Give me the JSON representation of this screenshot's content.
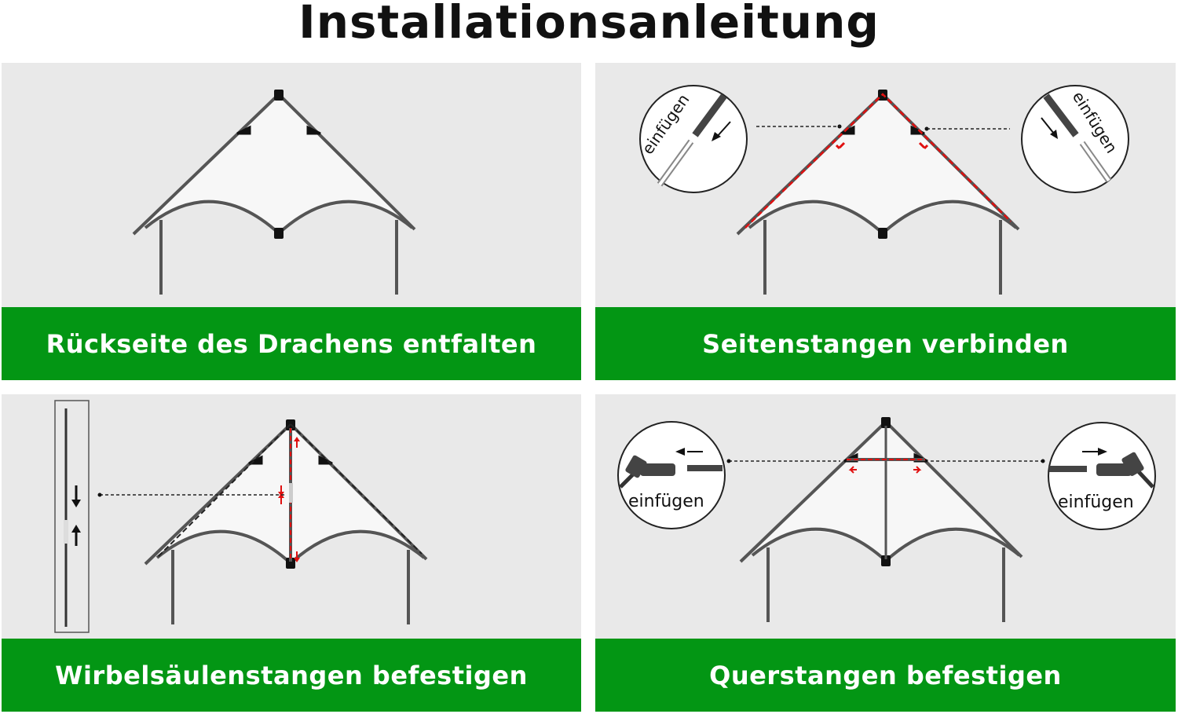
{
  "title": "Installationsanleitung",
  "steps": [
    {
      "label": "Rückseite des Drachens entfalten"
    },
    {
      "label": "Seitenstangen verbinden"
    },
    {
      "label": "Wirbelsäulenstangen befestigen"
    },
    {
      "label": "Querstangen befestigen"
    }
  ],
  "callouts": {
    "insert": "einfügen"
  },
  "colors": {
    "green": "#039614",
    "panel": "#e9e9e9",
    "rod": "#555555",
    "accent": "#e01010"
  }
}
